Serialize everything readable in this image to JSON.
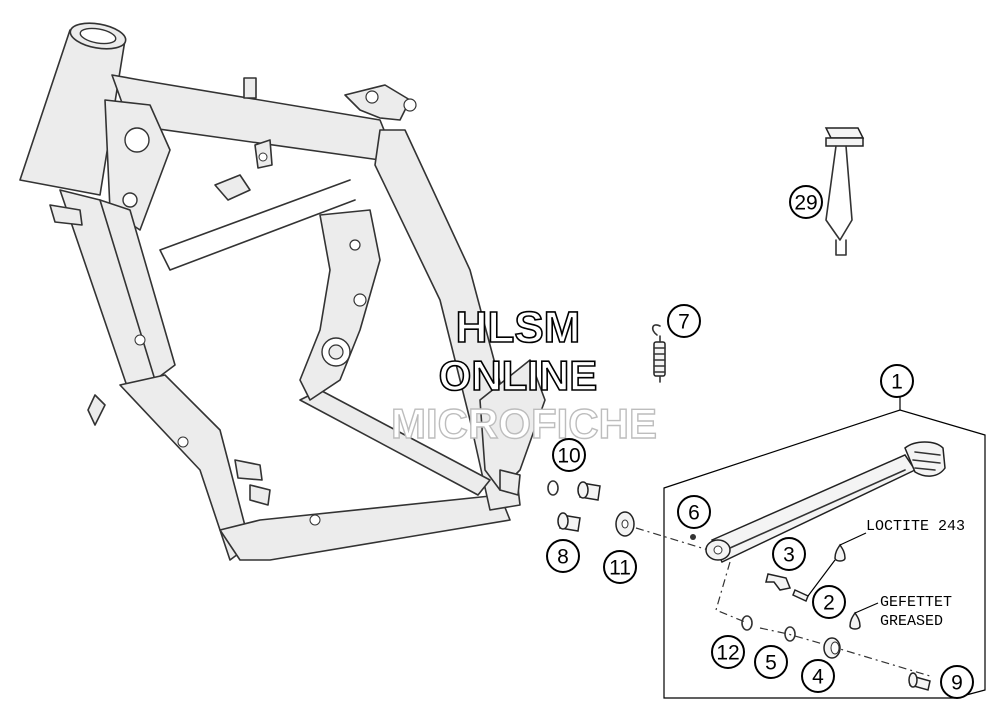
{
  "watermark": {
    "line1": "HLSM",
    "line2": "ONLINE",
    "line3": "MICROFICHE"
  },
  "notes": {
    "loctite": "LOCTITE 243",
    "gefettet": "GEFETTET",
    "greased": "GREASED"
  },
  "callouts": {
    "c1": "1",
    "c2": "2",
    "c3": "3",
    "c4": "4",
    "c5": "5",
    "c6": "6",
    "c7": "7",
    "c8": "8",
    "c9": "9",
    "c10": "10",
    "c11": "11",
    "c12": "12",
    "c29": "29"
  },
  "colors": {
    "line": "#333333",
    "fill": "#ececec",
    "background": "#ffffff"
  }
}
